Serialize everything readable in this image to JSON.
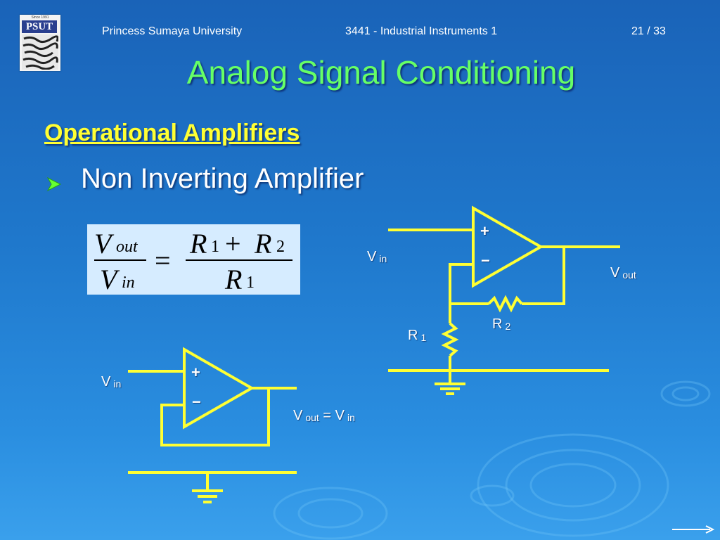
{
  "header": {
    "university": "Princess Sumaya University",
    "course": "3441 - Industrial Instruments 1",
    "page": "21 / 33"
  },
  "logo": {
    "text": "PSUT",
    "since": "Since 1991"
  },
  "title": "Analog Signal Conditioning",
  "heading": "Operational Amplifiers",
  "bullet": "Non Inverting Amplifier",
  "formula": {
    "num_left": "V",
    "num_left_sub": "out",
    "den_left": "V",
    "den_left_sub": "in",
    "equals": "=",
    "num_right_r1": "R",
    "num_right_r1_sub": "1",
    "plus": "+",
    "num_right_r2": "R",
    "num_right_r2_sub": "2",
    "den_right": "R",
    "den_right_sub": "1"
  },
  "circuit_right": {
    "plus": "+",
    "minus": "−",
    "vin": "V",
    "vin_sub": "in",
    "vout": "V",
    "vout_sub": "out",
    "r1": "R",
    "r1_sub": "1",
    "r2": "R",
    "r2_sub": "2"
  },
  "circuit_left": {
    "plus": "+",
    "minus": "−",
    "vin": "V",
    "vin_sub": "in",
    "vout": "V",
    "vout_sub": "out",
    "eq": "=",
    "vin2": "V",
    "vin2_sub": "in"
  },
  "colors": {
    "title": "#66ff66",
    "heading": "#ffff33",
    "wire": "#ffff33",
    "formula_bg": "#d6ecff"
  }
}
